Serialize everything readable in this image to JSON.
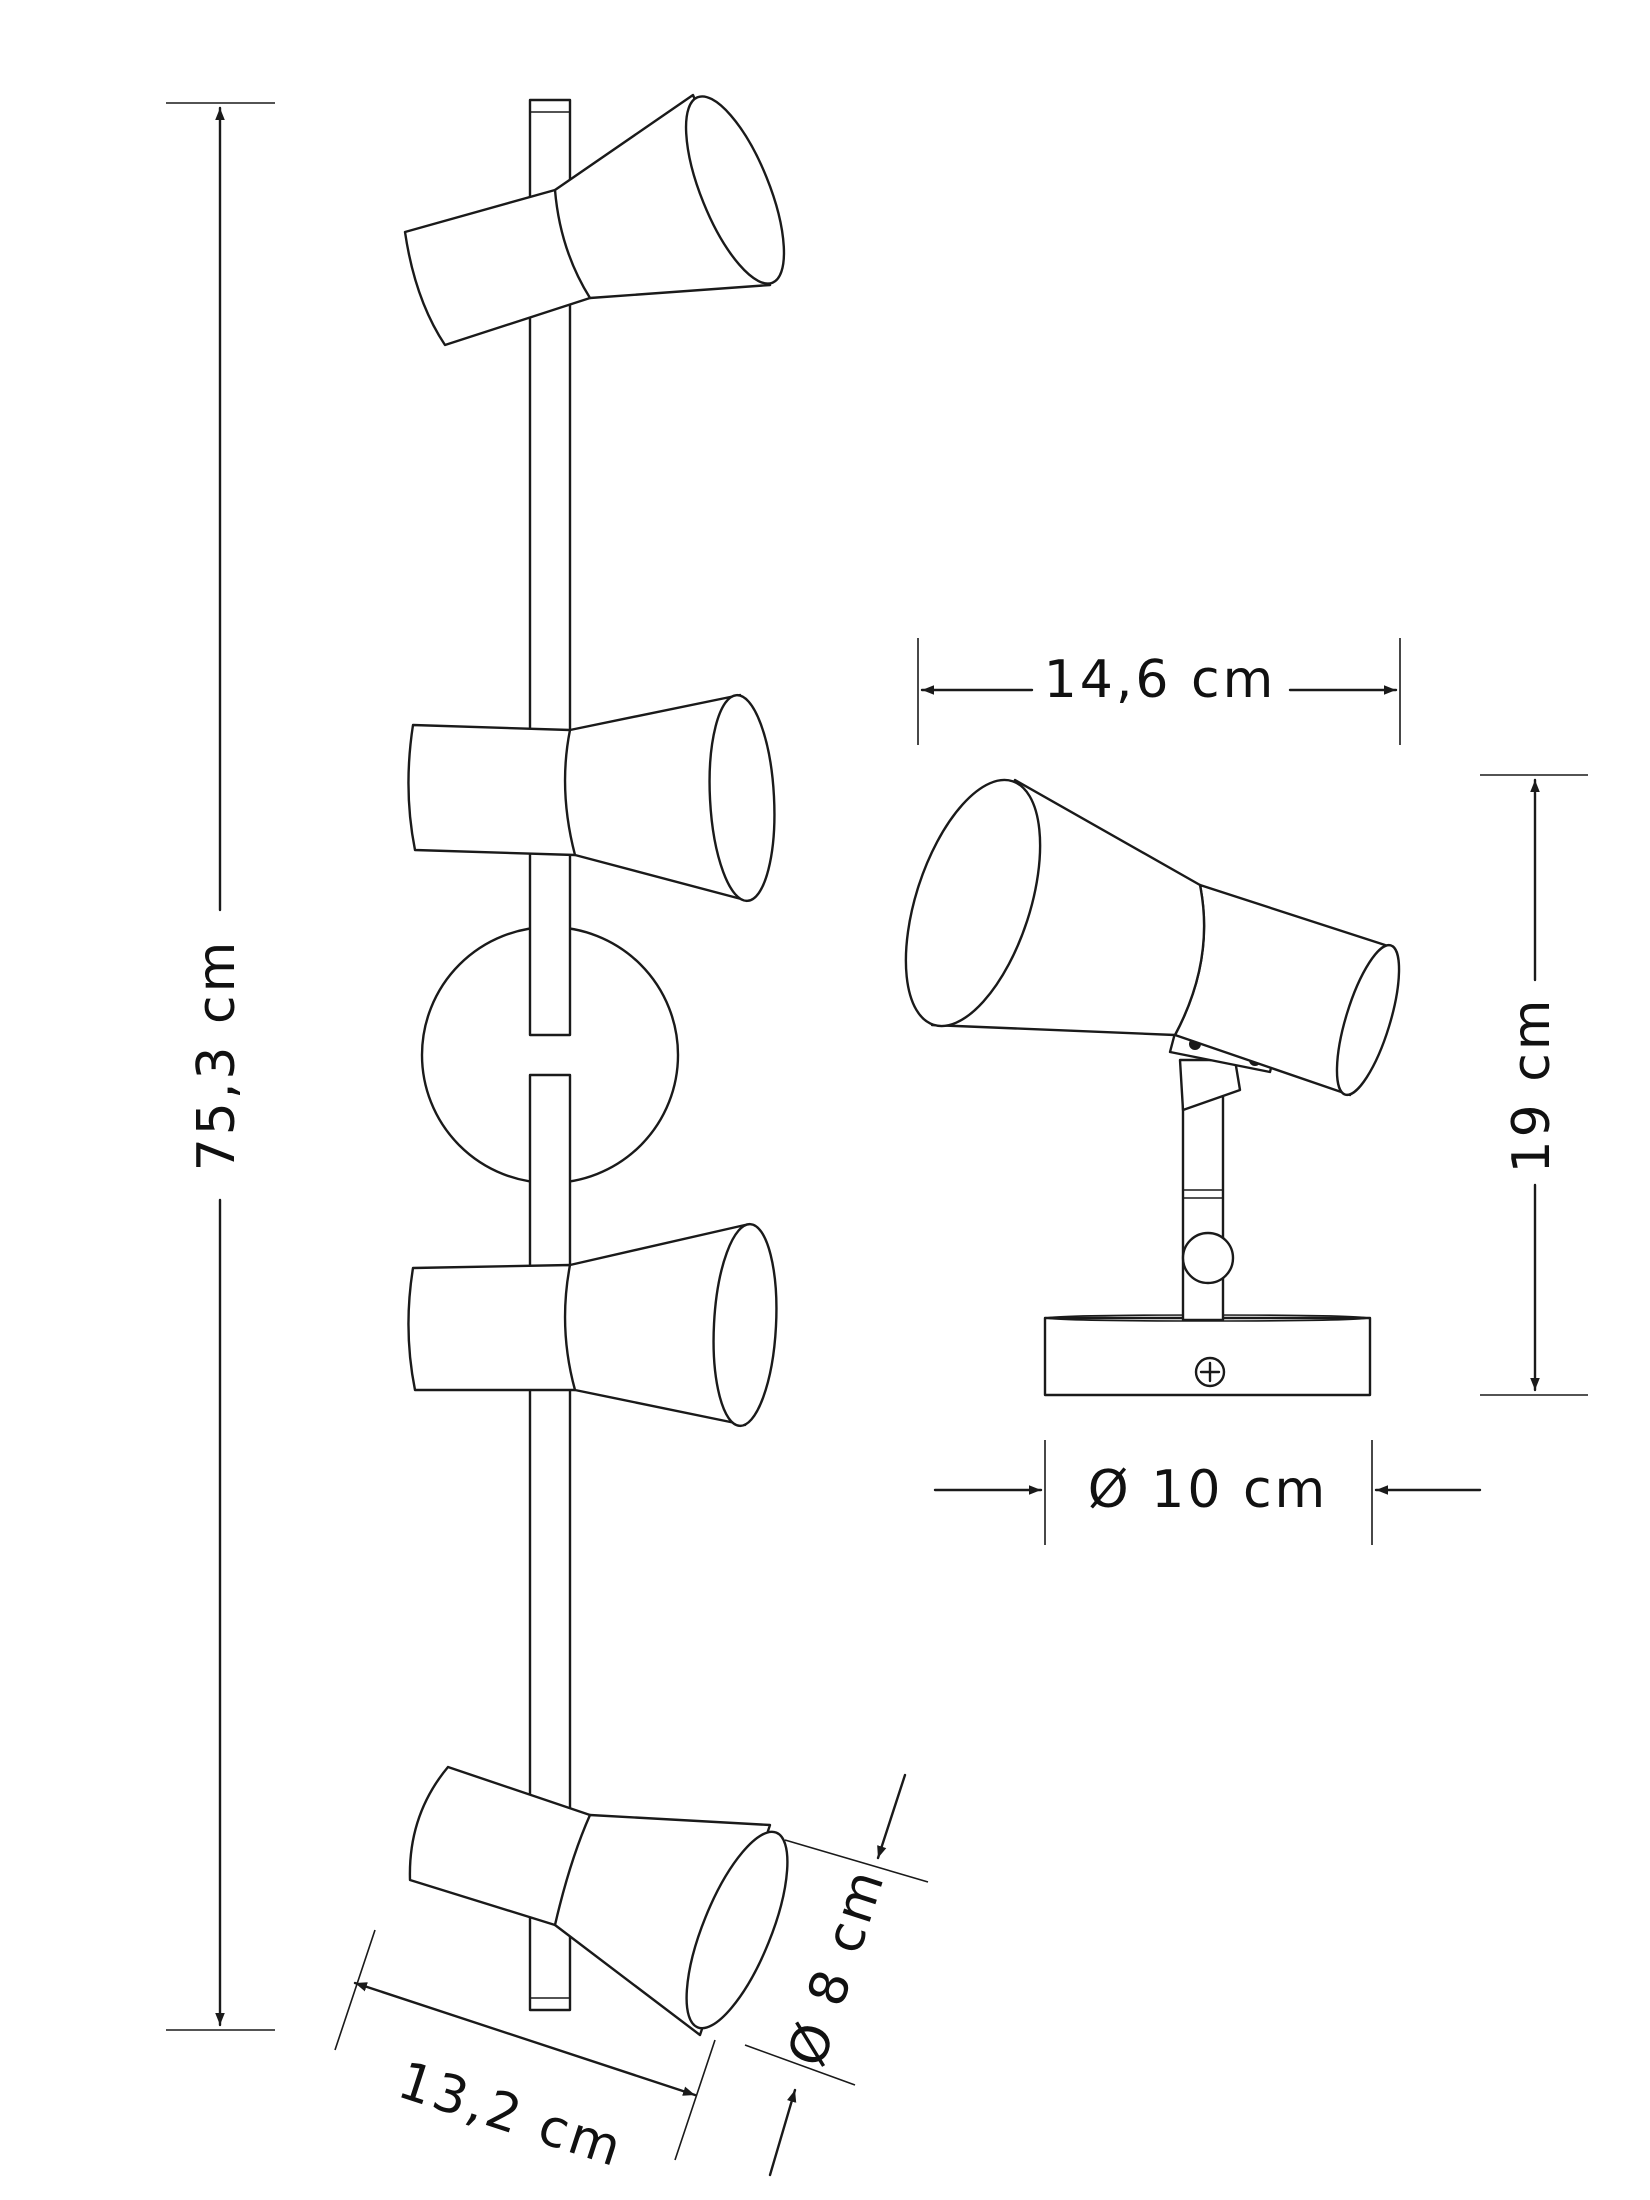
{
  "dimensions": {
    "total_height": "75,3 cm",
    "bar_depth": "13,2 cm",
    "shade_diameter": "Ø 8 cm",
    "single_width": "14,6 cm",
    "single_height": "19 cm",
    "base_diameter": "Ø 10 cm"
  },
  "colors": {
    "line": "#1a1a1a",
    "background": "#ffffff"
  }
}
